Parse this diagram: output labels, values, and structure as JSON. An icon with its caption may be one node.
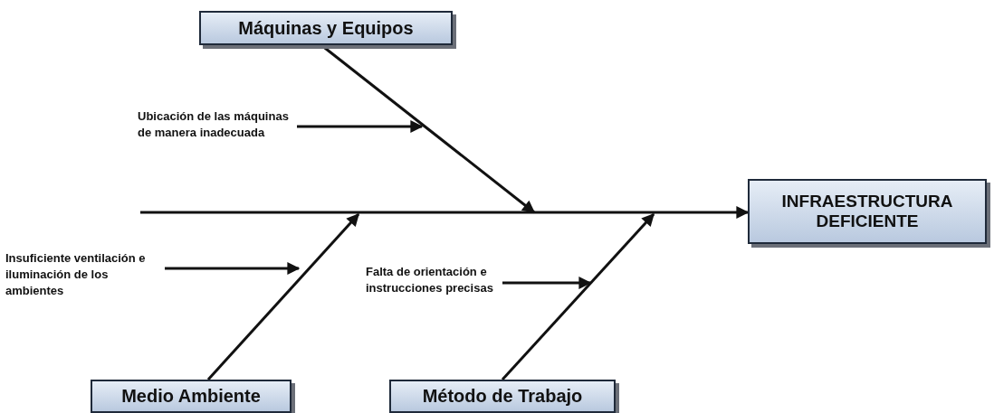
{
  "diagram": {
    "nodes": [
      {
        "text": [
          "Máquinas y Equipos"
        ]
      },
      {
        "text": [
          "Ubicación de las máquinas de manera inadecuada"
        ]
      },
      {
        "text": [
          "INFRAESTRUCTURA DEFICIENTE"
        ]
      },
      {
        "text": [
          "Insuficiente ventilación e iluminación de los ambientes"
        ]
      },
      {
        "text": [
          "Falta de orientación e instrucciones precisas"
        ]
      },
      {
        "text": [
          "Medio Ambiente"
        ]
      },
      {
        "text": [
          "Método de Trabajo"
        ]
      }
    ],
    "edges": [
      {
        "from": null,
        "to": 2,
        "arrow": "to"
      },
      {
        "from": 0,
        "to": null,
        "arrow": "to"
      },
      {
        "from": 1,
        "to": null,
        "arrow": "to"
      },
      {
        "from": 5,
        "to": null,
        "arrow": "to"
      },
      {
        "from": 3,
        "to": null,
        "arrow": "to"
      },
      {
        "from": 6,
        "to": null,
        "arrow": "to"
      },
      {
        "from": 4,
        "to": null,
        "arrow": "to"
      }
    ]
  }
}
